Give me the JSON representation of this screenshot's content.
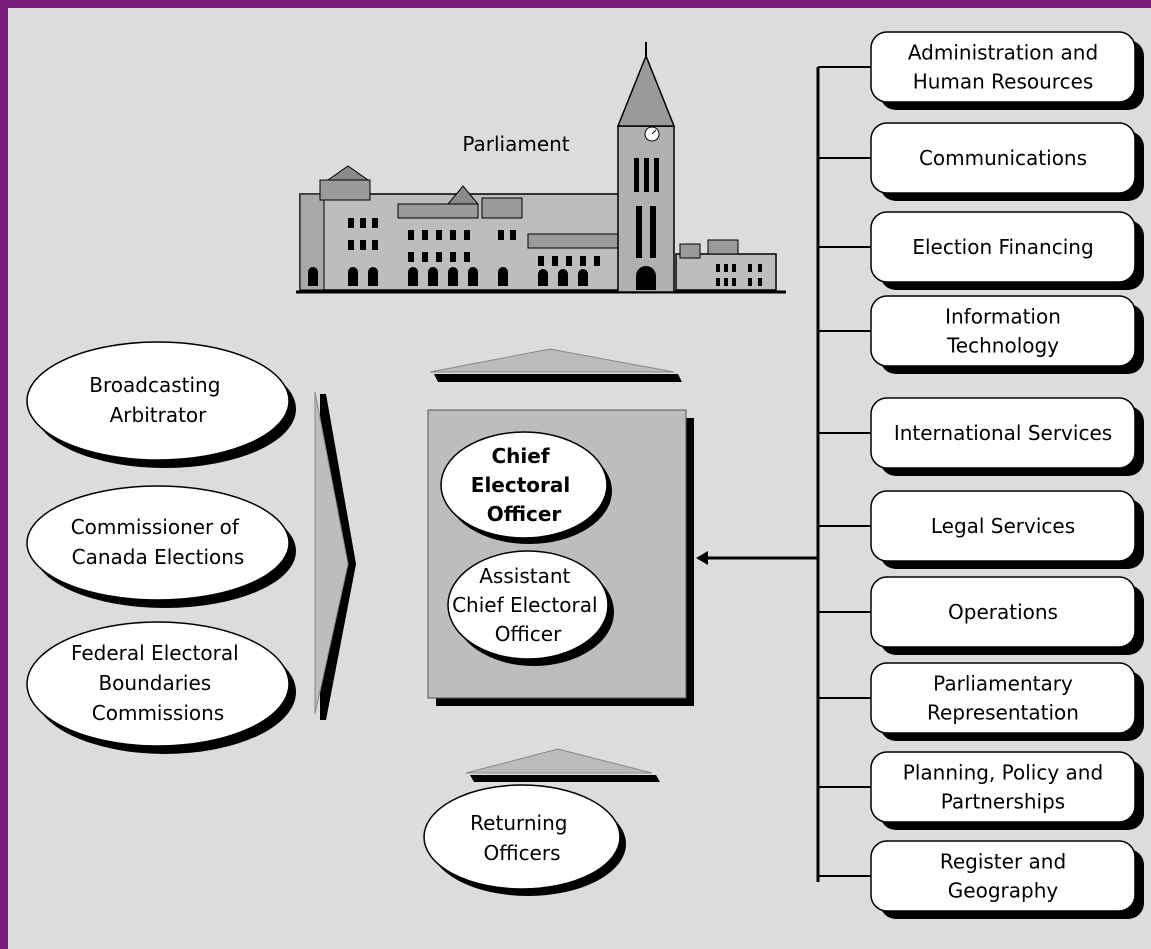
{
  "diagram": {
    "parliament_label": "Parliament",
    "chief": [
      "Chief",
      "Electoral",
      "Officer"
    ],
    "assistant": [
      "Assistant",
      "Chief Electoral",
      "Officer"
    ],
    "left_ovals": [
      [
        "Broadcasting",
        "Arbitrator"
      ],
      [
        "Commissioner of",
        "Canada Elections"
      ],
      [
        "Federal Electoral",
        "Boundaries",
        "Commissions"
      ]
    ],
    "returning": [
      "Returning",
      "Officers"
    ],
    "right_boxes": [
      [
        "Administration and",
        "Human Resources"
      ],
      [
        "Communications"
      ],
      [
        "Election Financing"
      ],
      [
        "Information",
        "Technology"
      ],
      [
        "International Services"
      ],
      [
        "Legal Services"
      ],
      [
        "Operations"
      ],
      [
        "Parliamentary",
        "Representation"
      ],
      [
        "Planning, Policy and",
        "Partnerships"
      ],
      [
        "Register and",
        "Geography"
      ]
    ]
  }
}
